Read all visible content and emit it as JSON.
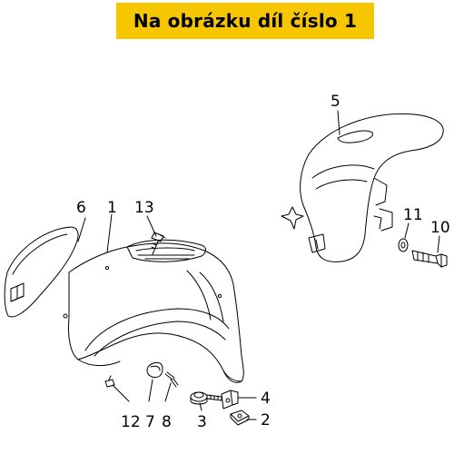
{
  "banner": {
    "text": "Na obrázku díl číslo 1",
    "color": "#f6c700"
  },
  "callouts": {
    "n1": "1",
    "n2": "2",
    "n3": "3",
    "n4": "4",
    "n5": "5",
    "n6": "6",
    "n7": "7",
    "n8": "8",
    "n10": "10",
    "n11": "11",
    "n12": "12",
    "n13": "13"
  }
}
